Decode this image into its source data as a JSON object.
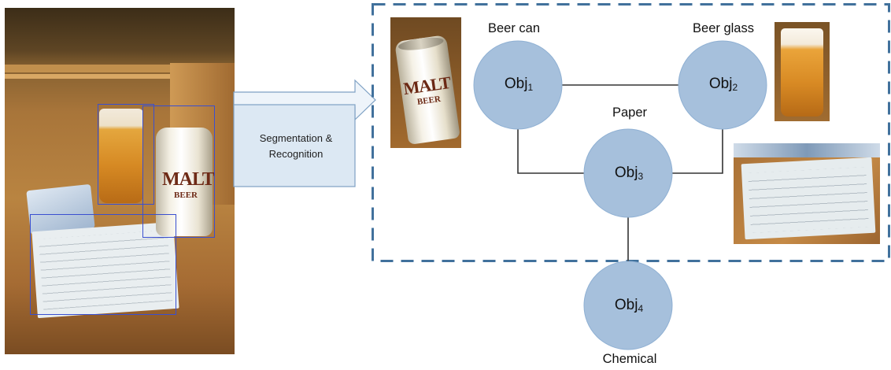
{
  "input_photo": {
    "description_objects": [
      "beer glass",
      "beer can",
      "packet",
      "paper"
    ],
    "can_text": [
      "MALT",
      "BEER"
    ]
  },
  "arrow": {
    "label_line1": "Segmentation &",
    "label_line2": "Recognition"
  },
  "crops": {
    "beer_can": {
      "text_line1": "MALT",
      "text_line2": "BEER"
    }
  },
  "graph": {
    "nodes": [
      {
        "id": "obj1",
        "base": "Obj",
        "sub": "1",
        "category": "Beer can"
      },
      {
        "id": "obj2",
        "base": "Obj",
        "sub": "2",
        "category": "Beer glass"
      },
      {
        "id": "obj3",
        "base": "Obj",
        "sub": "3",
        "category": "Paper"
      },
      {
        "id": "obj4",
        "base": "Obj",
        "sub": "4",
        "category": "Chemical"
      }
    ],
    "edges": [
      [
        "obj1",
        "obj2"
      ],
      [
        "obj1",
        "obj3"
      ],
      [
        "obj2",
        "obj3"
      ],
      [
        "obj3",
        "obj4"
      ]
    ]
  },
  "colors": {
    "node_fill": "#a6c0dc",
    "node_stroke": "#8fb0d3",
    "edge": "#333333",
    "frame_dash": "#41719c",
    "arrow_fill": "#dce8f3",
    "arrow_stroke": "#7ea1c4",
    "bbox": "#3a4fd0"
  }
}
